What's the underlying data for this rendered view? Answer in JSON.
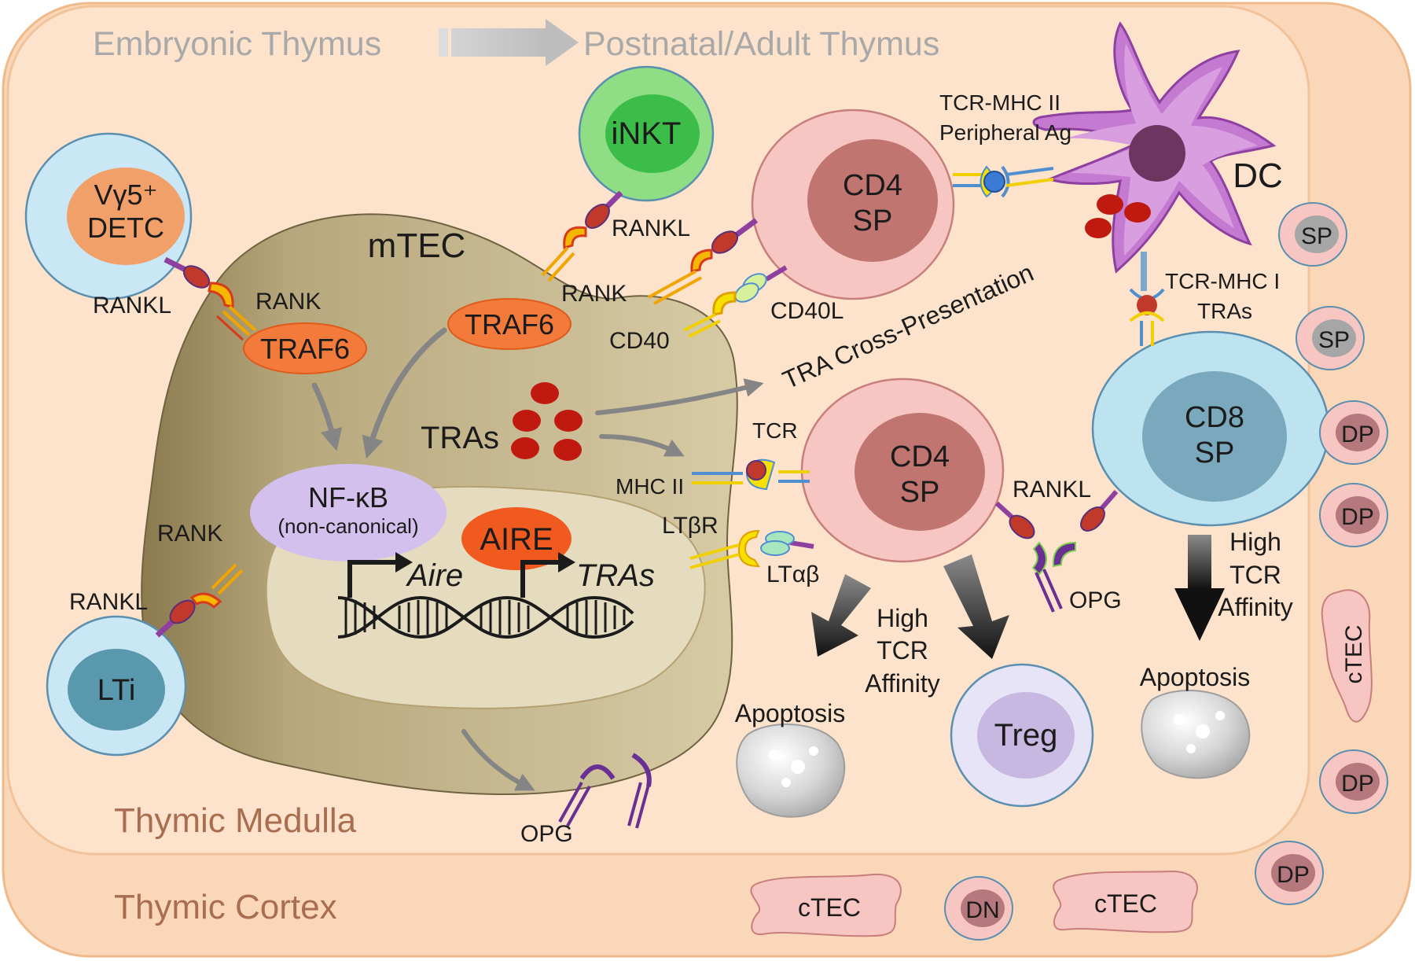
{
  "header": {
    "left_stage": "Embryonic Thymus",
    "right_stage": "Postnatal/Adult Thymus"
  },
  "regions": {
    "medulla": "Thymic Medulla",
    "cortex": "Thymic Cortex"
  },
  "cells": {
    "mtec": "mTEC",
    "inkt": "iNKT",
    "detc_line1": "Vγ5⁺",
    "detc_line2": "DETC",
    "lti": "LTi",
    "dc": "DC",
    "cd4_top_line1": "CD4",
    "cd4_top_line2": "SP",
    "cd4_mid_line1": "CD4",
    "cd4_mid_line2": "SP",
    "cd8_line1": "CD8",
    "cd8_line2": "SP",
    "treg": "Treg",
    "sp": "SP",
    "dp": "DP",
    "dn": "DN",
    "ctec": "cTEC"
  },
  "molecules": {
    "rankl": "RANKL",
    "rank": "RANK",
    "traf6": "TRAF6",
    "cd40": "CD40",
    "cd40l": "CD40L",
    "tras": "TRAs",
    "tcr": "TCR",
    "mhc2": "MHC II",
    "ltbr": "LTβR",
    "ltab": "LTαβ",
    "opg": "OPG",
    "nfkb": "NF-κB",
    "nfkb_sub": "(non-canonical)",
    "aire": "AIRE",
    "aire_gene": "Aire",
    "tras_gene": "TRAs"
  },
  "interactions": {
    "tcr_mhc2_line1": "TCR-MHC II",
    "tcr_mhc2_line2": "Peripheral Ag",
    "tcr_mhc1_line1": "TCR-MHC I",
    "tcr_mhc1_line2": "TRAs",
    "cross_presentation": "TRA Cross-Presentation"
  },
  "outcomes": {
    "high": "High",
    "tcr": "TCR",
    "affinity": "Affinity",
    "apoptosis": "Apoptosis"
  }
}
